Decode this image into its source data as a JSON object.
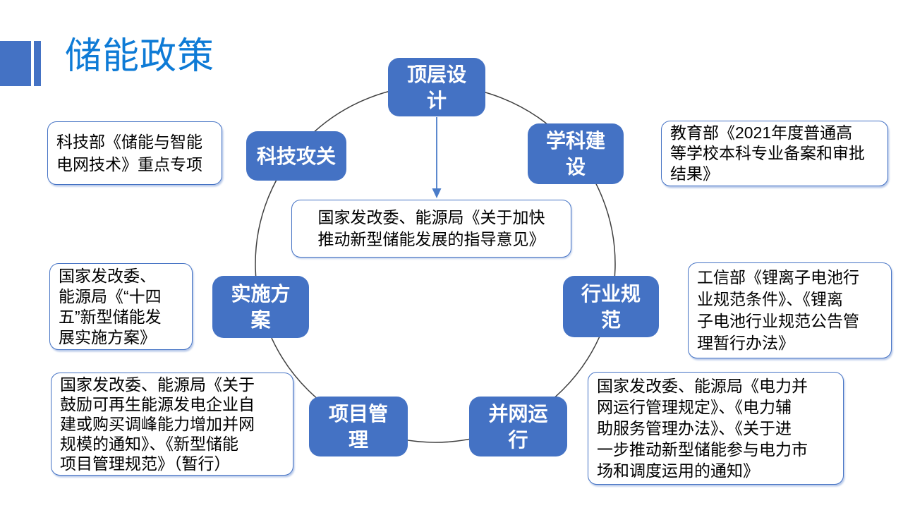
{
  "slide": {
    "title": "储能政策"
  },
  "colors": {
    "accent": "#4472C4",
    "title_blue": "#0e7bd6",
    "node_fill": "#4472C4",
    "node_text": "#ffffff",
    "circle_stroke": "#3f3f3f",
    "callout_border": "#4472C4"
  },
  "diagram": {
    "nodes": [
      {
        "id": "top-design",
        "label": "顶层设\n计"
      },
      {
        "id": "discipline-construction",
        "label": "学科建\n设"
      },
      {
        "id": "tech-research",
        "label": "科技攻关"
      },
      {
        "id": "industry-standard",
        "label": "行业规\n范"
      },
      {
        "id": "implementation-plan",
        "label": "实施方\n案"
      },
      {
        "id": "grid-operation",
        "label": "并网运\n行"
      },
      {
        "id": "project-management",
        "label": "项目管\n理"
      }
    ],
    "center_note": "国家发改委、能源局《关于加快\n推动新型储能发展的指导意见》",
    "callouts": [
      {
        "id": "tech-research-doc",
        "text": "科技部《储能与智能\n电网技术》重点专项"
      },
      {
        "id": "discipline-doc",
        "text": "教育部《2021年度普通高\n等学校本科专业备案和审批\n结果》"
      },
      {
        "id": "implementation-plan-doc",
        "text": "国家发改委、\n能源局《“十四\n五”新型储能发\n展实施方案》"
      },
      {
        "id": "industry-standard-doc",
        "text": "工信部《锂离子电池行\n业规范条件》、《锂离\n子电池行业规范公告管\n理暂行办法》"
      },
      {
        "id": "project-management-doc",
        "text": "国家发改委、能源局《关于\n鼓励可再生能源发电企业自\n建或购买调峰能力增加并网\n规模的通知》、《新型储能\n项目管理规范》（暂行）"
      },
      {
        "id": "grid-operation-doc",
        "text": "国家发改委、能源局《电力并\n网运行管理规定》、《电力辅\n助服务管理办法》、《关于进\n一步推动新型储能参与电力市\n场和调度运用的通知》"
      }
    ]
  }
}
